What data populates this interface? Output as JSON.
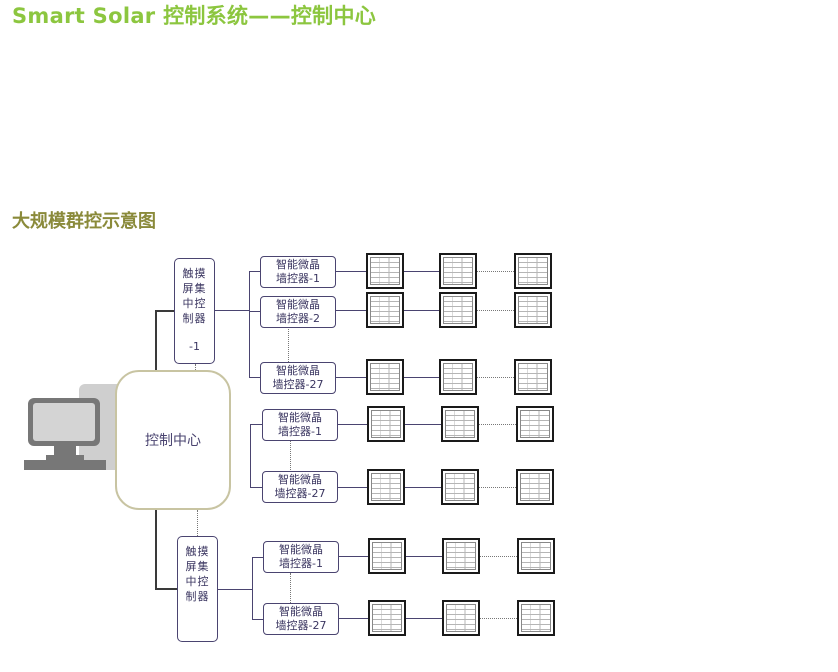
{
  "header": {
    "title": "Smart Solar 控制系统——控制中心"
  },
  "section": {
    "title": "大规模群控示意图"
  },
  "diagram": {
    "center_label": "控制中心",
    "touch_top": {
      "text": "触摸屏集中控制器",
      "suffix": "-1"
    },
    "touch_bottom": {
      "text": "触摸屏集中控制器"
    },
    "group_a": [
      "智能微晶墙控器-1",
      "智能微晶墙控器-2",
      "智能微晶墙控器-27"
    ],
    "group_b": [
      "智能微晶墙控器-1",
      "智能微晶墙控器-27"
    ],
    "group_c": [
      "智能微晶墙控器-1",
      "智能微晶墙控器-27"
    ],
    "controller_lines": [
      [
        "智能微晶",
        "墙控器-1"
      ],
      [
        "智能微晶",
        "墙控器-2"
      ],
      [
        "智能微晶",
        "墙控器-27"
      ],
      [
        "智能微晶",
        "墙控器-1"
      ],
      [
        "智能微晶",
        "墙控器-27"
      ],
      [
        "智能微晶",
        "墙控器-1"
      ],
      [
        "智能微晶",
        "墙控器-27"
      ]
    ]
  }
}
